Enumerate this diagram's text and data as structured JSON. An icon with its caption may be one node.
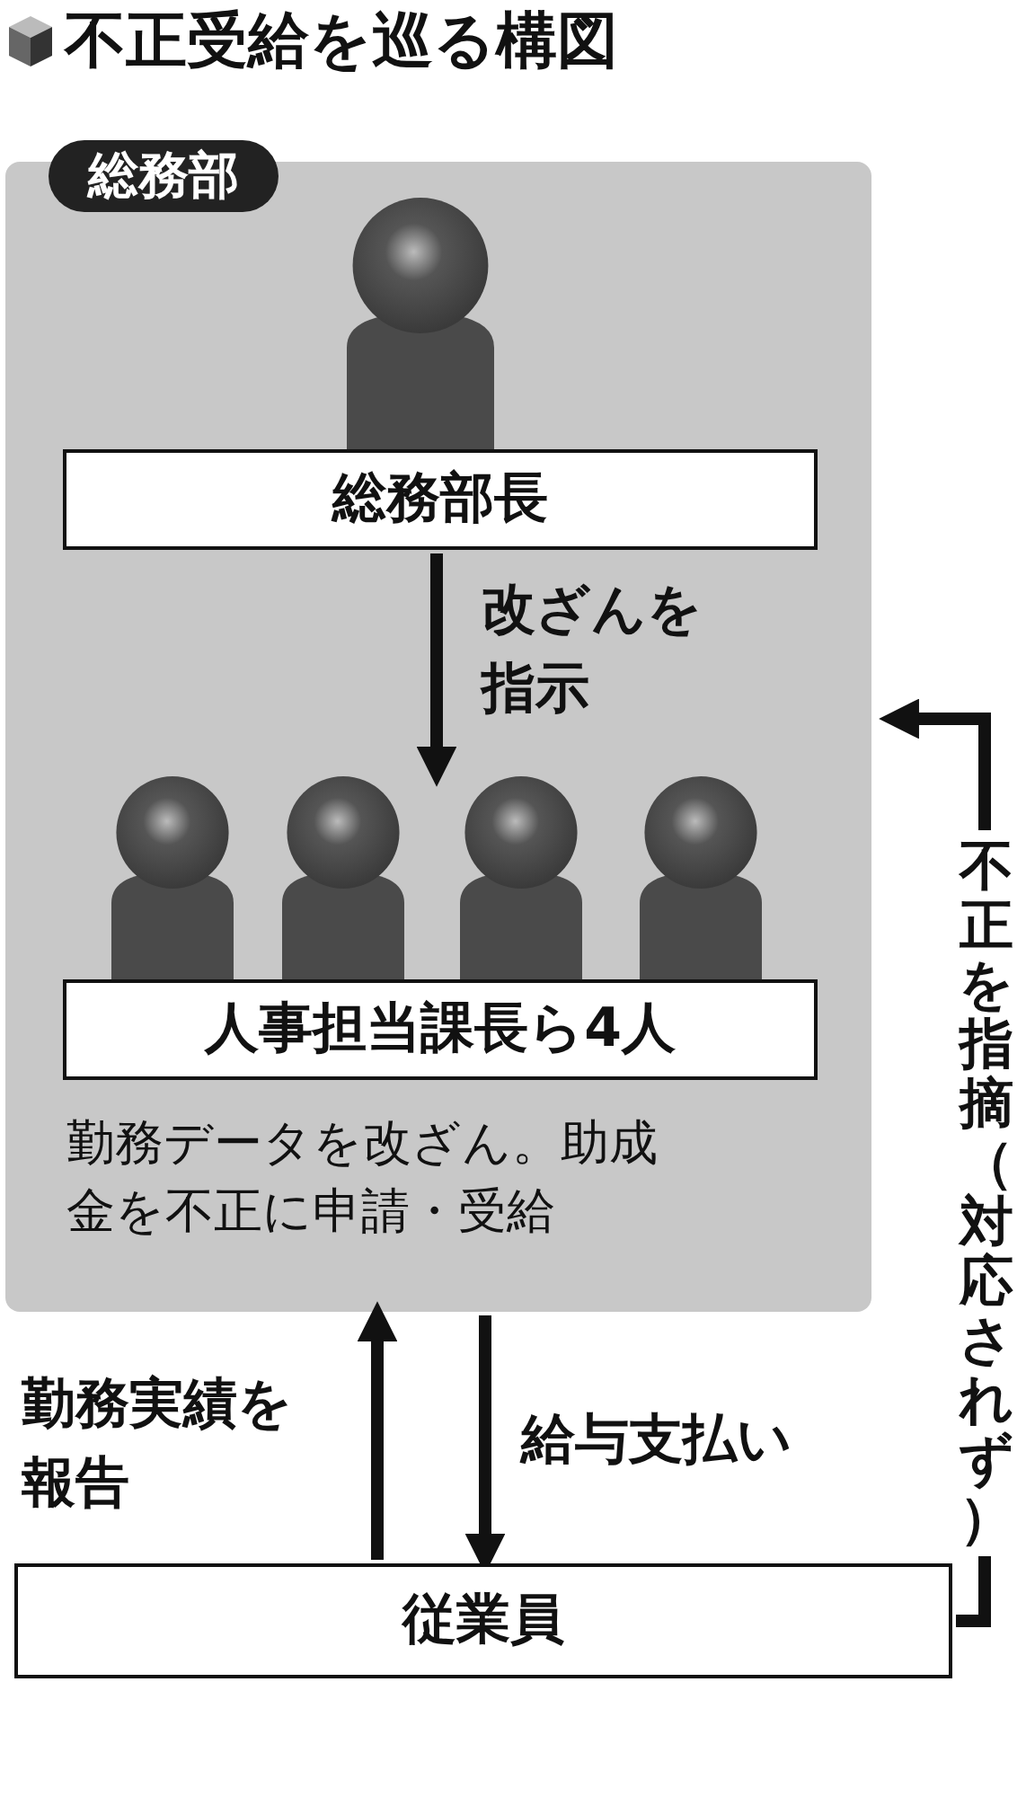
{
  "diagram": {
    "title": "不正受給を巡る構図",
    "nodes": [
      {
        "text": [
          "総務部",
          "勤務データを改ざん。助成金を不正に申請・受給"
        ]
      },
      {
        "text": [],
        "shape": "person",
        "in": 0
      },
      {
        "text": [
          "総務部長"
        ],
        "in": 0
      },
      {
        "text": [],
        "shape": "person",
        "in": 0
      },
      {
        "text": [],
        "shape": "person",
        "in": 0
      },
      {
        "text": [],
        "shape": "person",
        "in": 0
      },
      {
        "text": [],
        "shape": "person",
        "in": 0
      },
      {
        "text": [
          "人事担当課長ら4人"
        ],
        "in": 0
      },
      {
        "text": [
          "従業員"
        ]
      }
    ],
    "edges": [
      {
        "from": 2,
        "to": 4,
        "arrow": "to",
        "label": "改ざんを指示"
      },
      {
        "from": 8,
        "to": 0,
        "arrow": "to",
        "label": "勤務実績を報告"
      },
      {
        "from": 0,
        "to": 8,
        "arrow": "to",
        "label": "給与支払い"
      },
      {
        "from": 8,
        "to": 0,
        "arrow": "to",
        "label": "不正を指摘（対応されず）"
      }
    ]
  }
}
